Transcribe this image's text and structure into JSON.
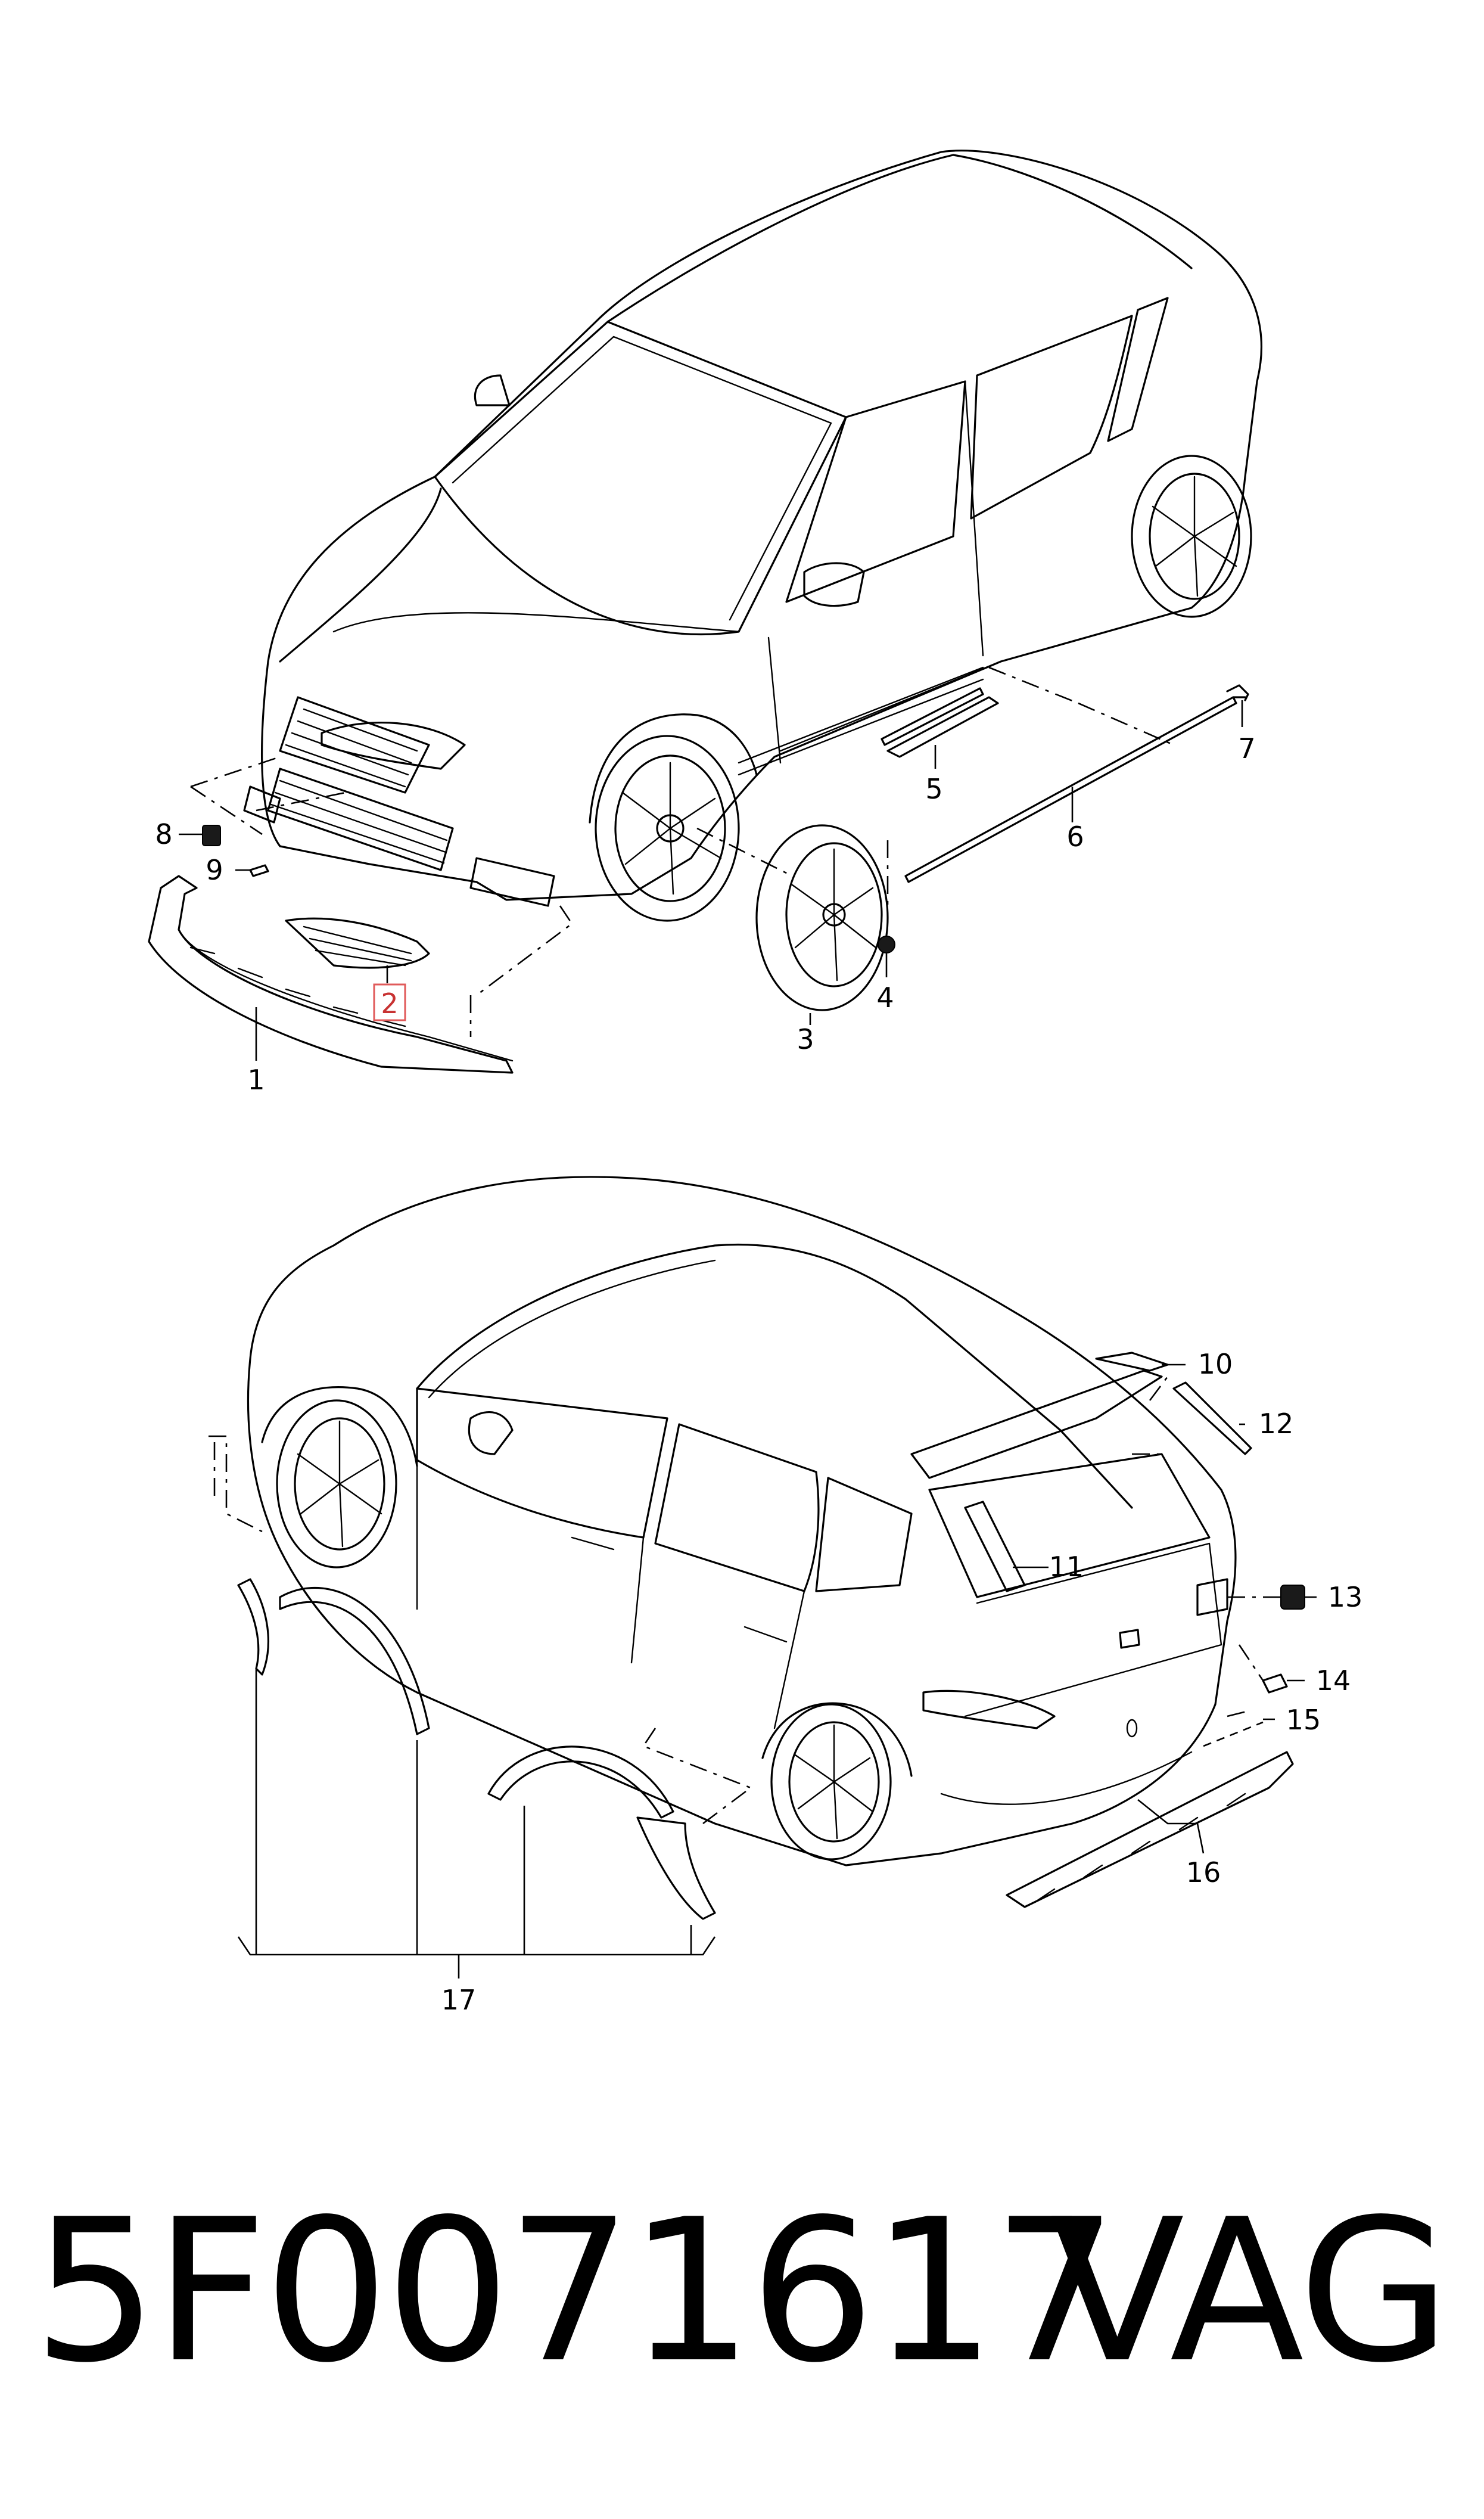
{
  "callouts": {
    "c1": "1",
    "c2": "2",
    "c3": "3",
    "c4": "4",
    "c5": "5",
    "c6": "6",
    "c7": "7",
    "c8": "8",
    "c9": "9",
    "c10": "10",
    "c11": "11",
    "c12": "12",
    "c13": "13",
    "c14": "14",
    "c15": "15",
    "c16": "16",
    "c17": "17"
  },
  "highlighted_callout": "2",
  "highlight_color": "#e05a5a",
  "footer": {
    "part_number": "5F0071617",
    "brand": "VAG"
  }
}
